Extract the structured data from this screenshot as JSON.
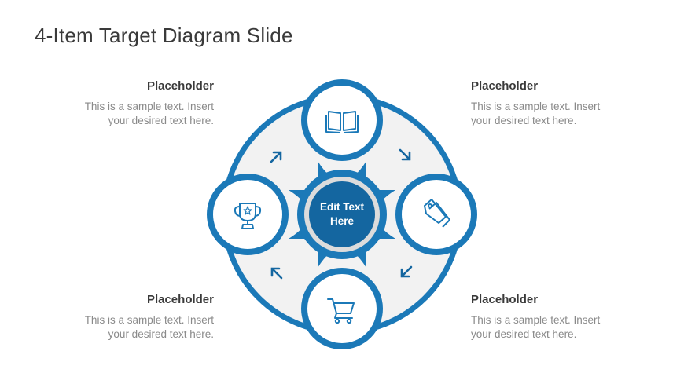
{
  "slide": {
    "title": "4-Item Target Diagram Slide",
    "accent": "#1b79b8",
    "accent_dark": "#1466a0",
    "ring_fill": "#f2f2f2"
  },
  "center": {
    "label_line1": "Edit Text",
    "label_line2": "Here"
  },
  "items": {
    "top_left": {
      "heading": "Placeholder",
      "line1": "This is a sample text. Insert",
      "line2": "your desired text here."
    },
    "top_right": {
      "heading": "Placeholder",
      "line1": "This is a sample text. Insert",
      "line2": "your desired text here."
    },
    "bottom_left": {
      "heading": "Placeholder",
      "line1": "This is a sample text. Insert",
      "line2": "your desired text here."
    },
    "bottom_right": {
      "heading": "Placeholder",
      "line1": "This is a sample text. Insert",
      "line2": "your desired text here."
    }
  },
  "icons": {
    "top": "book-icon",
    "right": "tag-icon",
    "bottom": "cart-icon",
    "left": "trophy-icon"
  },
  "arrows": [
    "arrow-up-right-icon",
    "arrow-down-right-icon",
    "arrow-down-left-icon",
    "arrow-up-left-icon"
  ]
}
